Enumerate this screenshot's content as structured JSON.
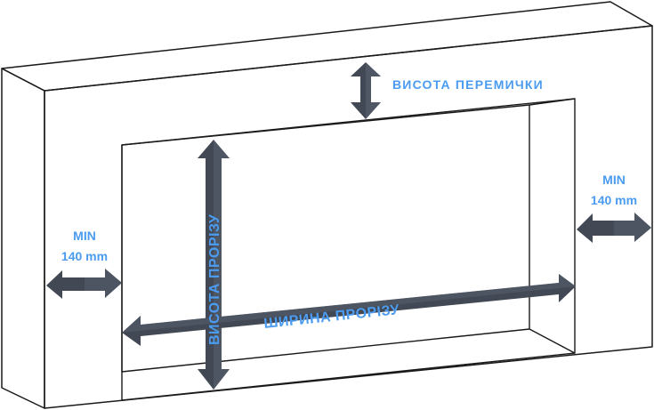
{
  "labels": {
    "lintel_height": "ВИСОТА ПЕРЕМИЧКИ",
    "opening_height": "ВИСОТА ПРОРІЗУ",
    "opening_width": "ШИРИНА ПРОРІЗУ",
    "left_min": "MIN",
    "left_min_value": "140 mm",
    "right_min": "MIN",
    "right_min_value": "140 mm"
  },
  "colors": {
    "arrow": "#424955",
    "arrow_light": "#5a6170",
    "label": "#4b9cf0",
    "line": "#1a1a1a",
    "background": "#ffffff"
  }
}
